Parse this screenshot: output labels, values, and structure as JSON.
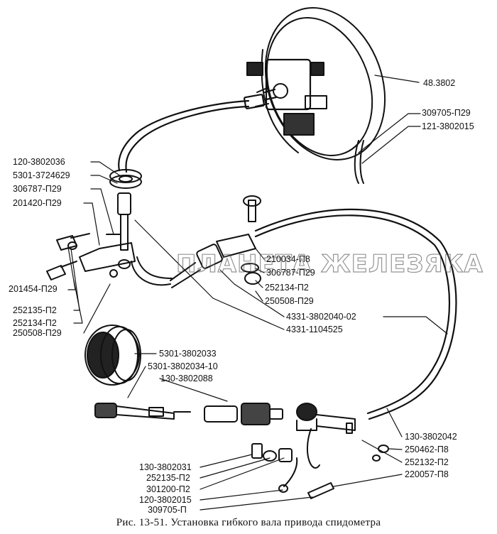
{
  "labels": [
    {
      "id": "l01",
      "text": "48.3802"
    },
    {
      "id": "l02",
      "text": "309705-П29"
    },
    {
      "id": "l03",
      "text": "121-3802015"
    },
    {
      "id": "l04",
      "text": "120-3802036"
    },
    {
      "id": "l05",
      "text": "5301-3724629"
    },
    {
      "id": "l06",
      "text": "306787-П29"
    },
    {
      "id": "l07",
      "text": "201420-П29"
    },
    {
      "id": "l08",
      "text": "210034-П8"
    },
    {
      "id": "l09",
      "text": "306787-П29"
    },
    {
      "id": "l10",
      "text": "252134-П2"
    },
    {
      "id": "l11",
      "text": "250508-П29"
    },
    {
      "id": "l12",
      "text": "201454-П29"
    },
    {
      "id": "l13",
      "text": "252135-П2"
    },
    {
      "id": "l14",
      "text": "252134-П2"
    },
    {
      "id": "l15",
      "text": "250508-П29"
    },
    {
      "id": "l16",
      "text": "4331-3802040-02"
    },
    {
      "id": "l17",
      "text": "4331-1104525"
    },
    {
      "id": "l18",
      "text": "5301-3802033"
    },
    {
      "id": "l19",
      "text": "5301-3802034-10"
    },
    {
      "id": "l20",
      "text": "130-3802088"
    },
    {
      "id": "l21",
      "text": "130-3802042"
    },
    {
      "id": "l22",
      "text": "250462-П8"
    },
    {
      "id": "l23",
      "text": "252132-П2"
    },
    {
      "id": "l24",
      "text": "220057-П8"
    },
    {
      "id": "l25",
      "text": "130-3802031"
    },
    {
      "id": "l26",
      "text": "252135-П2"
    },
    {
      "id": "l27",
      "text": "301200-П2"
    },
    {
      "id": "l28",
      "text": "120-3802015"
    },
    {
      "id": "l29",
      "text": "309705-П"
    }
  ],
  "watermark": "ПЛАНЕТА ЖЕЛЕЗЯКА",
  "caption": "Рис. 13-51. Установка гибкого вала привода спидометра"
}
